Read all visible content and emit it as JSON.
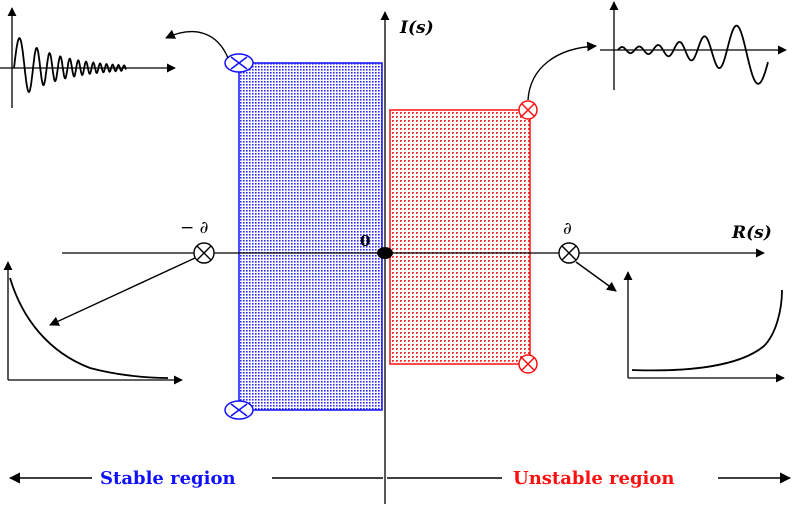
{
  "axes": {
    "imag_label": "I(s)",
    "real_label": "R(s)",
    "origin_label": "0"
  },
  "markers": {
    "neg_pole_label": "− ∂",
    "pos_pole_label": "∂"
  },
  "regions": {
    "stable_label": "Stable region",
    "unstable_label": "Unstable region",
    "stable_color": "#1010ff",
    "unstable_color": "#ff1010"
  },
  "insets": {
    "top_left": "decaying-oscillation-plot",
    "top_right": "growing-oscillation-plot",
    "bottom_left": "exponential-decay-plot",
    "bottom_right": "exponential-growth-plot"
  }
}
